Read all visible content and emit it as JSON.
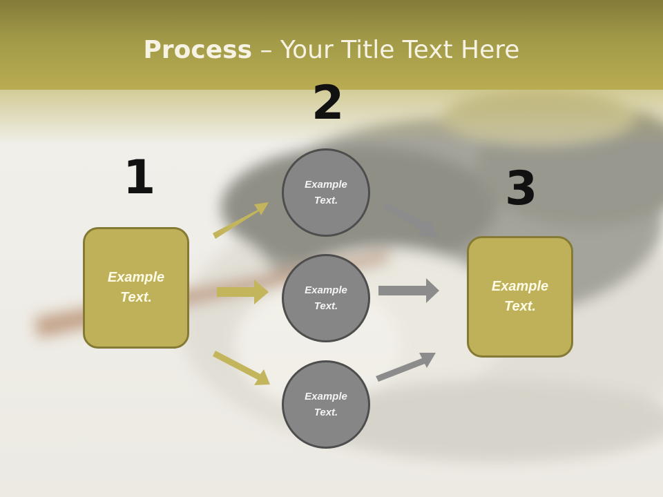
{
  "title": {
    "bold": "Process",
    "rest": " – Your Title Text Here"
  },
  "steps": {
    "one": "1",
    "two": "2",
    "three": "3"
  },
  "boxes": {
    "left": [
      "Example",
      "Text."
    ],
    "right": [
      "Example",
      "Text."
    ]
  },
  "circles": [
    [
      "Example",
      "Text."
    ],
    [
      "Example",
      "Text."
    ],
    [
      "Example",
      "Text."
    ]
  ],
  "colors": {
    "title_band": "#a29a48",
    "box_fill": "#bfb15a",
    "box_border": "#857a35",
    "circle_fill": "#868686",
    "circle_border": "#4d4d4d",
    "arrow_gold": "#c2b55c",
    "arrow_gray": "#8c8c8c"
  }
}
